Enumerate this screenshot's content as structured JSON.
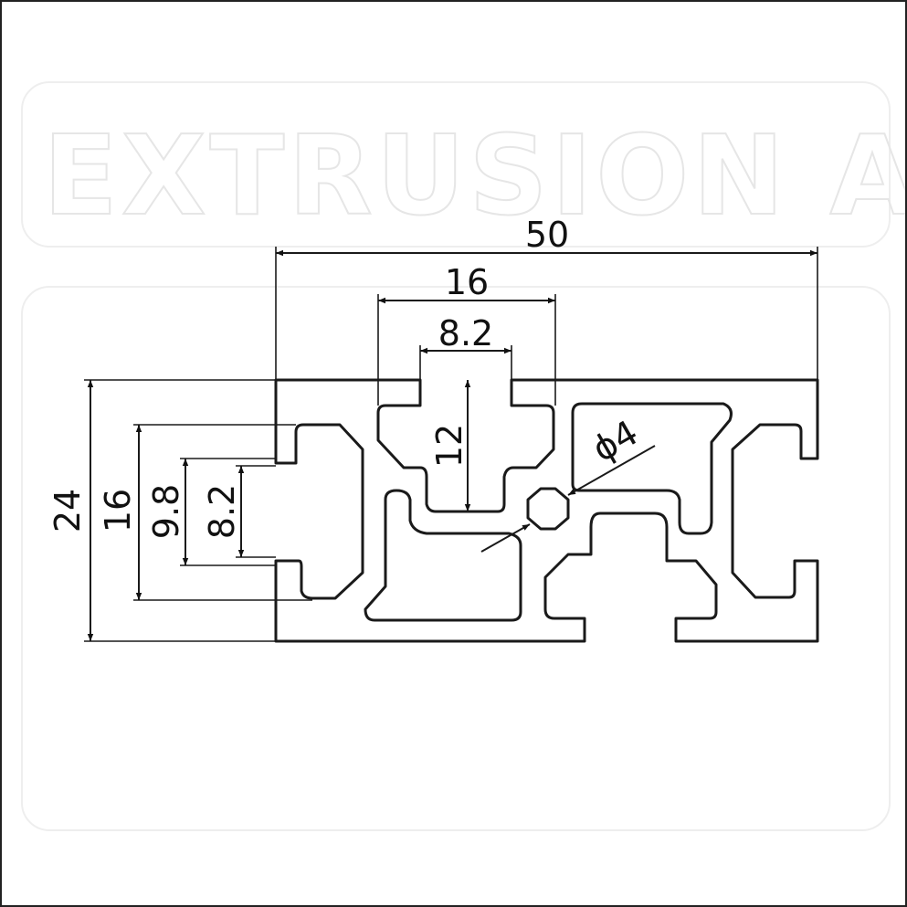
{
  "watermark": {
    "text": "EXTRUSION AND"
  },
  "dimensions": {
    "overall_width": "50",
    "top_slot_width": "16",
    "top_slot_opening": "8.2",
    "top_slot_depth": "12",
    "overall_height": "24",
    "side_slot_width": "16",
    "side_slot_inner": "9.8",
    "side_slot_opening": "8.2",
    "center_hole": "ϕ4"
  }
}
